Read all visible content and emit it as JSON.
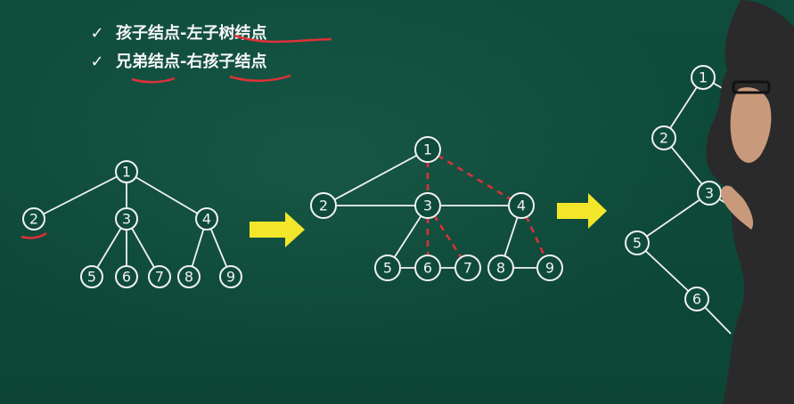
{
  "bullets": [
    {
      "icon": "checkmark-icon",
      "text": "孩子结点-左子树结点"
    },
    {
      "icon": "checkmark-icon",
      "text": "兄弟结点-右孩子结点"
    }
  ],
  "tree1": {
    "nodes": [
      {
        "id": "1",
        "label": "1"
      },
      {
        "id": "2",
        "label": "2"
      },
      {
        "id": "3",
        "label": "3"
      },
      {
        "id": "4",
        "label": "4"
      },
      {
        "id": "5",
        "label": "5"
      },
      {
        "id": "6",
        "label": "6"
      },
      {
        "id": "7",
        "label": "7"
      },
      {
        "id": "8",
        "label": "8"
      },
      {
        "id": "9",
        "label": "9"
      }
    ],
    "edges": [
      [
        "1",
        "2"
      ],
      [
        "1",
        "3"
      ],
      [
        "1",
        "4"
      ],
      [
        "3",
        "5"
      ],
      [
        "3",
        "6"
      ],
      [
        "3",
        "7"
      ],
      [
        "4",
        "8"
      ],
      [
        "4",
        "9"
      ]
    ]
  },
  "tree2": {
    "nodes": [
      {
        "id": "1",
        "label": "1"
      },
      {
        "id": "2",
        "label": "2"
      },
      {
        "id": "3",
        "label": "3"
      },
      {
        "id": "4",
        "label": "4"
      },
      {
        "id": "5",
        "label": "5"
      },
      {
        "id": "6",
        "label": "6"
      },
      {
        "id": "7",
        "label": "7"
      },
      {
        "id": "8",
        "label": "8"
      },
      {
        "id": "9",
        "label": "9"
      }
    ],
    "edges": [
      [
        "1",
        "2"
      ],
      [
        "2",
        "3"
      ],
      [
        "3",
        "4"
      ],
      [
        "3",
        "5"
      ],
      [
        "4",
        "8"
      ],
      [
        "5",
        "6"
      ],
      [
        "6",
        "7"
      ],
      [
        "8",
        "9"
      ]
    ],
    "dashed_edges": [
      [
        "1",
        "3"
      ],
      [
        "1",
        "4"
      ],
      [
        "3",
        "6"
      ],
      [
        "3",
        "7"
      ],
      [
        "4",
        "9"
      ]
    ]
  },
  "tree3_partial": {
    "nodes": [
      {
        "id": "1",
        "label": "1"
      },
      {
        "id": "2",
        "label": "2"
      },
      {
        "id": "3",
        "label": "3"
      },
      {
        "id": "5",
        "label": "5"
      },
      {
        "id": "6",
        "label": "6"
      }
    ]
  },
  "colors": {
    "board": "#0f4b3b",
    "chalk": "#f2f2f2",
    "arrow": "#f3e62a",
    "red_mark": "#e0303a"
  }
}
